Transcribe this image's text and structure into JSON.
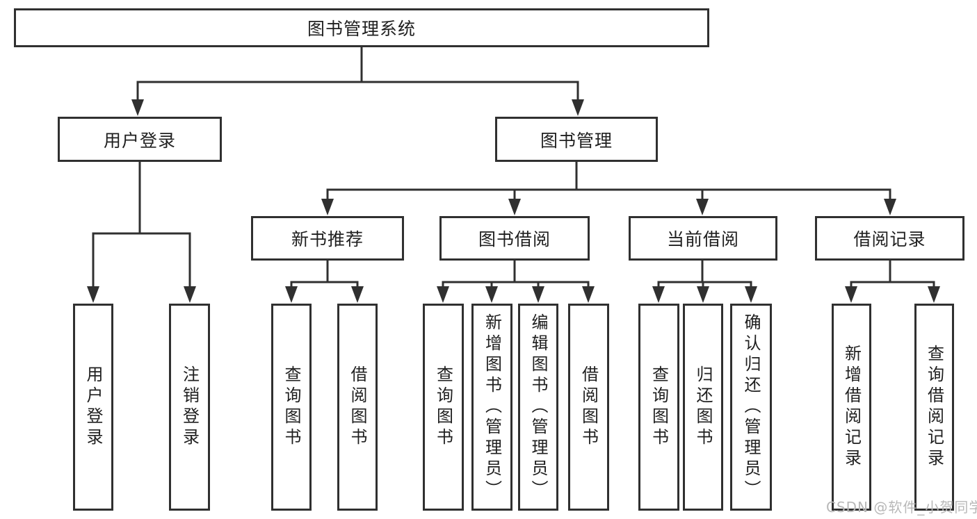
{
  "diagram": {
    "root": {
      "label": "图书管理系统"
    },
    "level2": [
      {
        "label": "用户登录"
      },
      {
        "label": "图书管理"
      }
    ],
    "level3": [
      {
        "label": "新书推荐"
      },
      {
        "label": "图书借阅"
      },
      {
        "label": "当前借阅"
      },
      {
        "label": "借阅记录"
      }
    ],
    "leaves": {
      "user_login": [
        {
          "label": "用户登录"
        },
        {
          "label": "注销登录"
        }
      ],
      "new_book_recommend": [
        {
          "label": "查询图书"
        },
        {
          "label": "借阅图书"
        }
      ],
      "book_borrowing": [
        {
          "label": "查询图书"
        },
        {
          "label": "新增图书（管理员）"
        },
        {
          "label": "编辑图书（管理员）"
        },
        {
          "label": "借阅图书"
        }
      ],
      "current_borrowing": [
        {
          "label": "查询图书"
        },
        {
          "label": "归还图书"
        },
        {
          "label": "确认归还（管理员）"
        }
      ],
      "borrowing_records": [
        {
          "label": "新增借阅记录"
        },
        {
          "label": "查询借阅记录"
        }
      ]
    },
    "watermark": "CSDN @软件_小贺同学",
    "colors": {
      "line": "#303030",
      "text": "#1f1f1f",
      "background": "#ffffff",
      "watermark": "#b8b8b8"
    }
  }
}
